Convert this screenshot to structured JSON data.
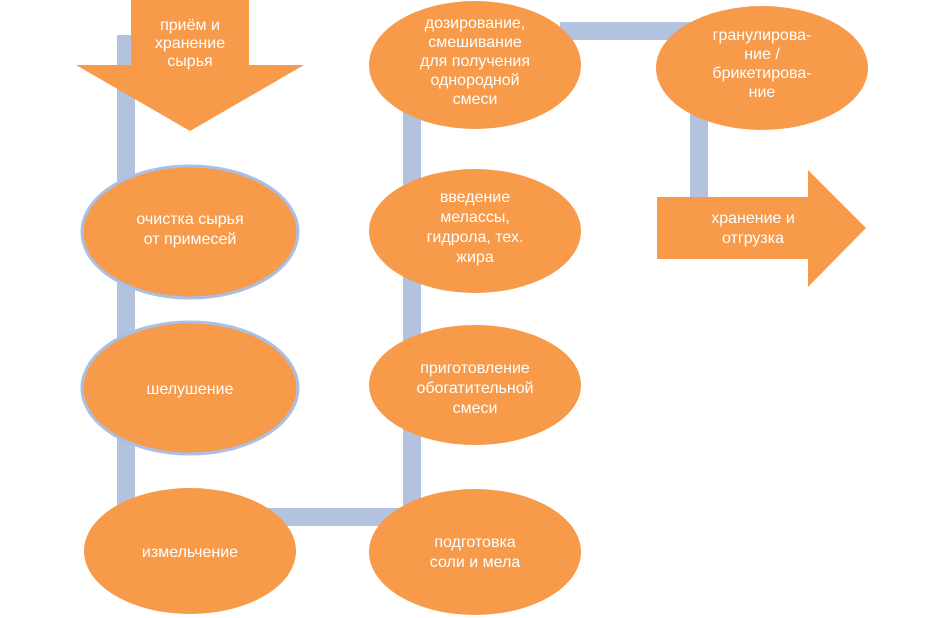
{
  "colors": {
    "node_fill": "#f79a4a",
    "node_border": "#a9bfe3",
    "connector": "#b3c2df",
    "text": "#ffffff"
  },
  "nodes": {
    "intake": {
      "label": [
        "приём и",
        "хранение",
        "сырья"
      ],
      "shape": "down-arrow"
    },
    "cleaning": {
      "label": [
        "очистка сырья",
        "от примесей"
      ],
      "shape": "ellipse"
    },
    "hulling": {
      "label": [
        "шелушение"
      ],
      "shape": "ellipse"
    },
    "grinding": {
      "label": [
        "измельчение"
      ],
      "shape": "ellipse"
    },
    "salt_chalk": {
      "label": [
        "подготовка",
        "соли и мела"
      ],
      "shape": "ellipse"
    },
    "enriching_mix": {
      "label": [
        "приготовление",
        "обогатительной",
        "смеси"
      ],
      "shape": "ellipse"
    },
    "molasses": {
      "label": [
        "введение",
        "мелассы,",
        "гидрола, тех.",
        "жира"
      ],
      "shape": "ellipse"
    },
    "dosing": {
      "label": [
        "дозирование,",
        "смешивание",
        "для получения",
        "однородной",
        "смеси"
      ],
      "shape": "ellipse"
    },
    "granulating": {
      "label": [
        "гранулирова-",
        "ние /",
        "брикетирова-",
        "ние"
      ],
      "shape": "ellipse"
    },
    "storage_shipping": {
      "label": [
        "хранение и",
        "отгрузка"
      ],
      "shape": "right-arrow"
    }
  }
}
